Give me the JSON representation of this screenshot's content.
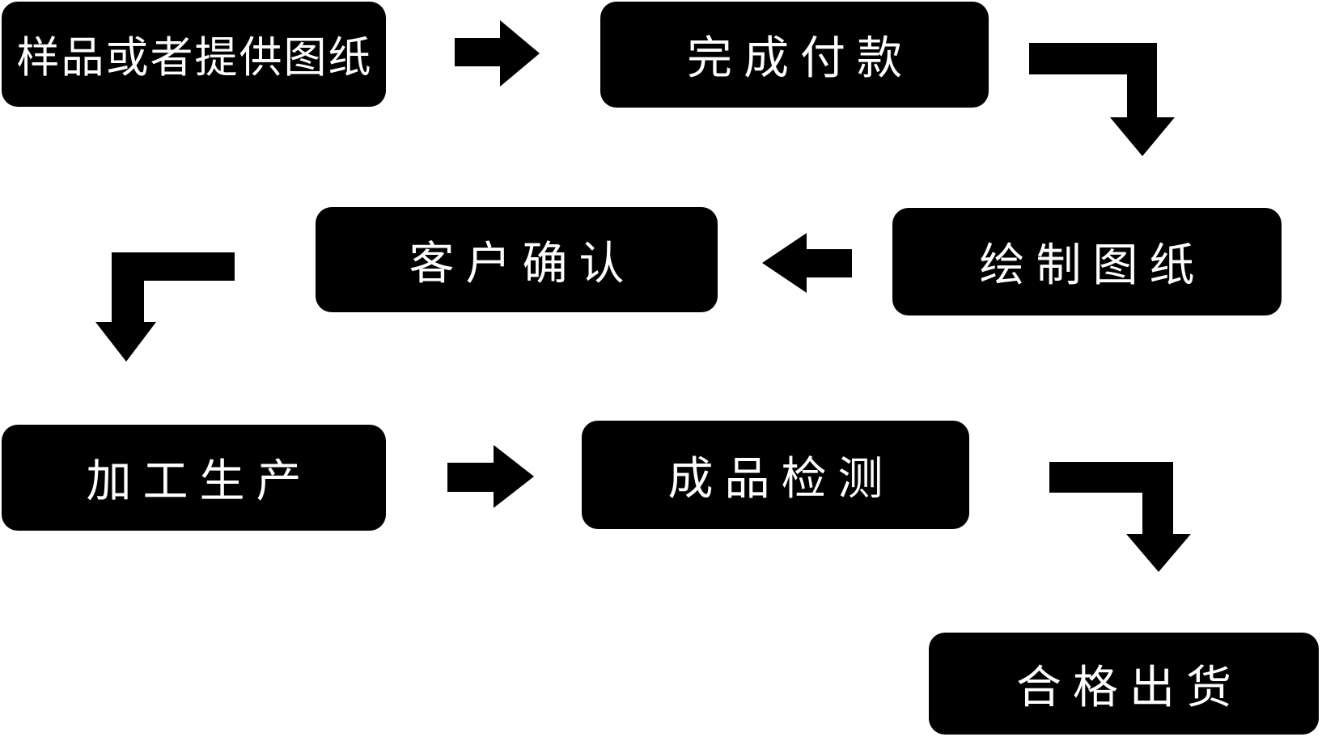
{
  "diagram": {
    "type": "flowchart",
    "background_color": "#ffffff",
    "node_fill_color": "#000000",
    "node_text_color": "#ffffff",
    "arrow_color": "#000000",
    "nodes": [
      {
        "id": "sample-or-provide-drawings",
        "label": "样品或者提供图纸"
      },
      {
        "id": "complete-payment",
        "label": "完成付款"
      },
      {
        "id": "customer-confirmation",
        "label": "客户确认"
      },
      {
        "id": "draw-drawings",
        "label": "绘制图纸"
      },
      {
        "id": "processing-production",
        "label": "加工生产"
      },
      {
        "id": "finished-product-inspection",
        "label": "成品检测"
      },
      {
        "id": "qualified-shipment",
        "label": "合格出货"
      }
    ],
    "edges": [
      {
        "from": "样品或者提供图纸",
        "to": "完成付款",
        "arrow": "right"
      },
      {
        "from": "完成付款",
        "to": "绘制图纸",
        "arrow": "elbow-right-down"
      },
      {
        "from": "绘制图纸",
        "to": "客户确认",
        "arrow": "left"
      },
      {
        "from": "客户确认",
        "to": "加工生产",
        "arrow": "elbow-left-down"
      },
      {
        "from": "加工生产",
        "to": "成品检测",
        "arrow": "right"
      },
      {
        "from": "成品检测",
        "to": "合格出货",
        "arrow": "elbow-right-down"
      }
    ]
  }
}
